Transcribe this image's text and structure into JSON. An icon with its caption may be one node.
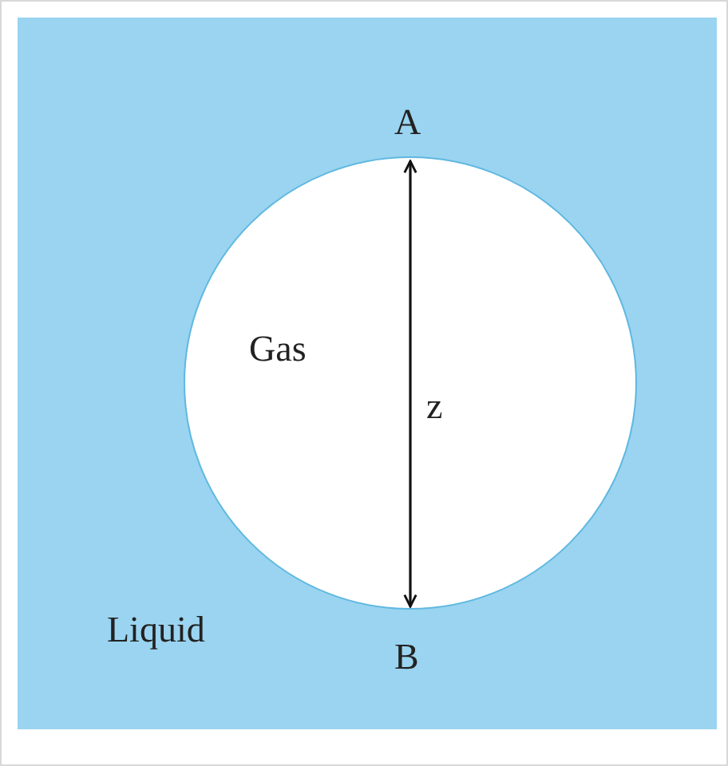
{
  "diagram": {
    "nodes": [
      {
        "text": [
          "Liquid"
        ]
      },
      {
        "text": [
          "Gas"
        ],
        "in": 0
      }
    ],
    "labels": [
      "A",
      "z",
      "B"
    ]
  }
}
